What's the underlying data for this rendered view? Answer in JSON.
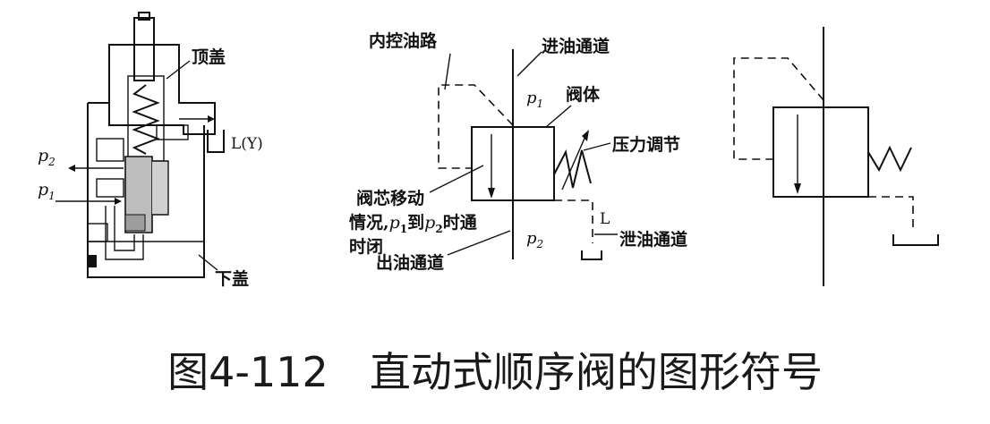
{
  "labels": {
    "top_cover": "顶盖",
    "drain_port": "L(Y)",
    "p2": "p",
    "p2_sub": "2",
    "p1": "p",
    "p1_sub": "1",
    "bottom_cover": "下盖",
    "internal_pilot": "内控油路",
    "inlet_channel": "进油通道",
    "valve_body": "阀体",
    "pressure_adjust": "压力调节",
    "spool_move_1": "阀芯移动",
    "spool_move_2a": "情况,",
    "spool_move_2b": "到",
    "spool_move_2c": "时通",
    "spool_move_3": "时闭",
    "outlet_channel": "出油通道",
    "drain_channel": "泄油通道",
    "port_L": "L"
  },
  "caption": "图4-112　直动式顺序阀的图形符号"
}
